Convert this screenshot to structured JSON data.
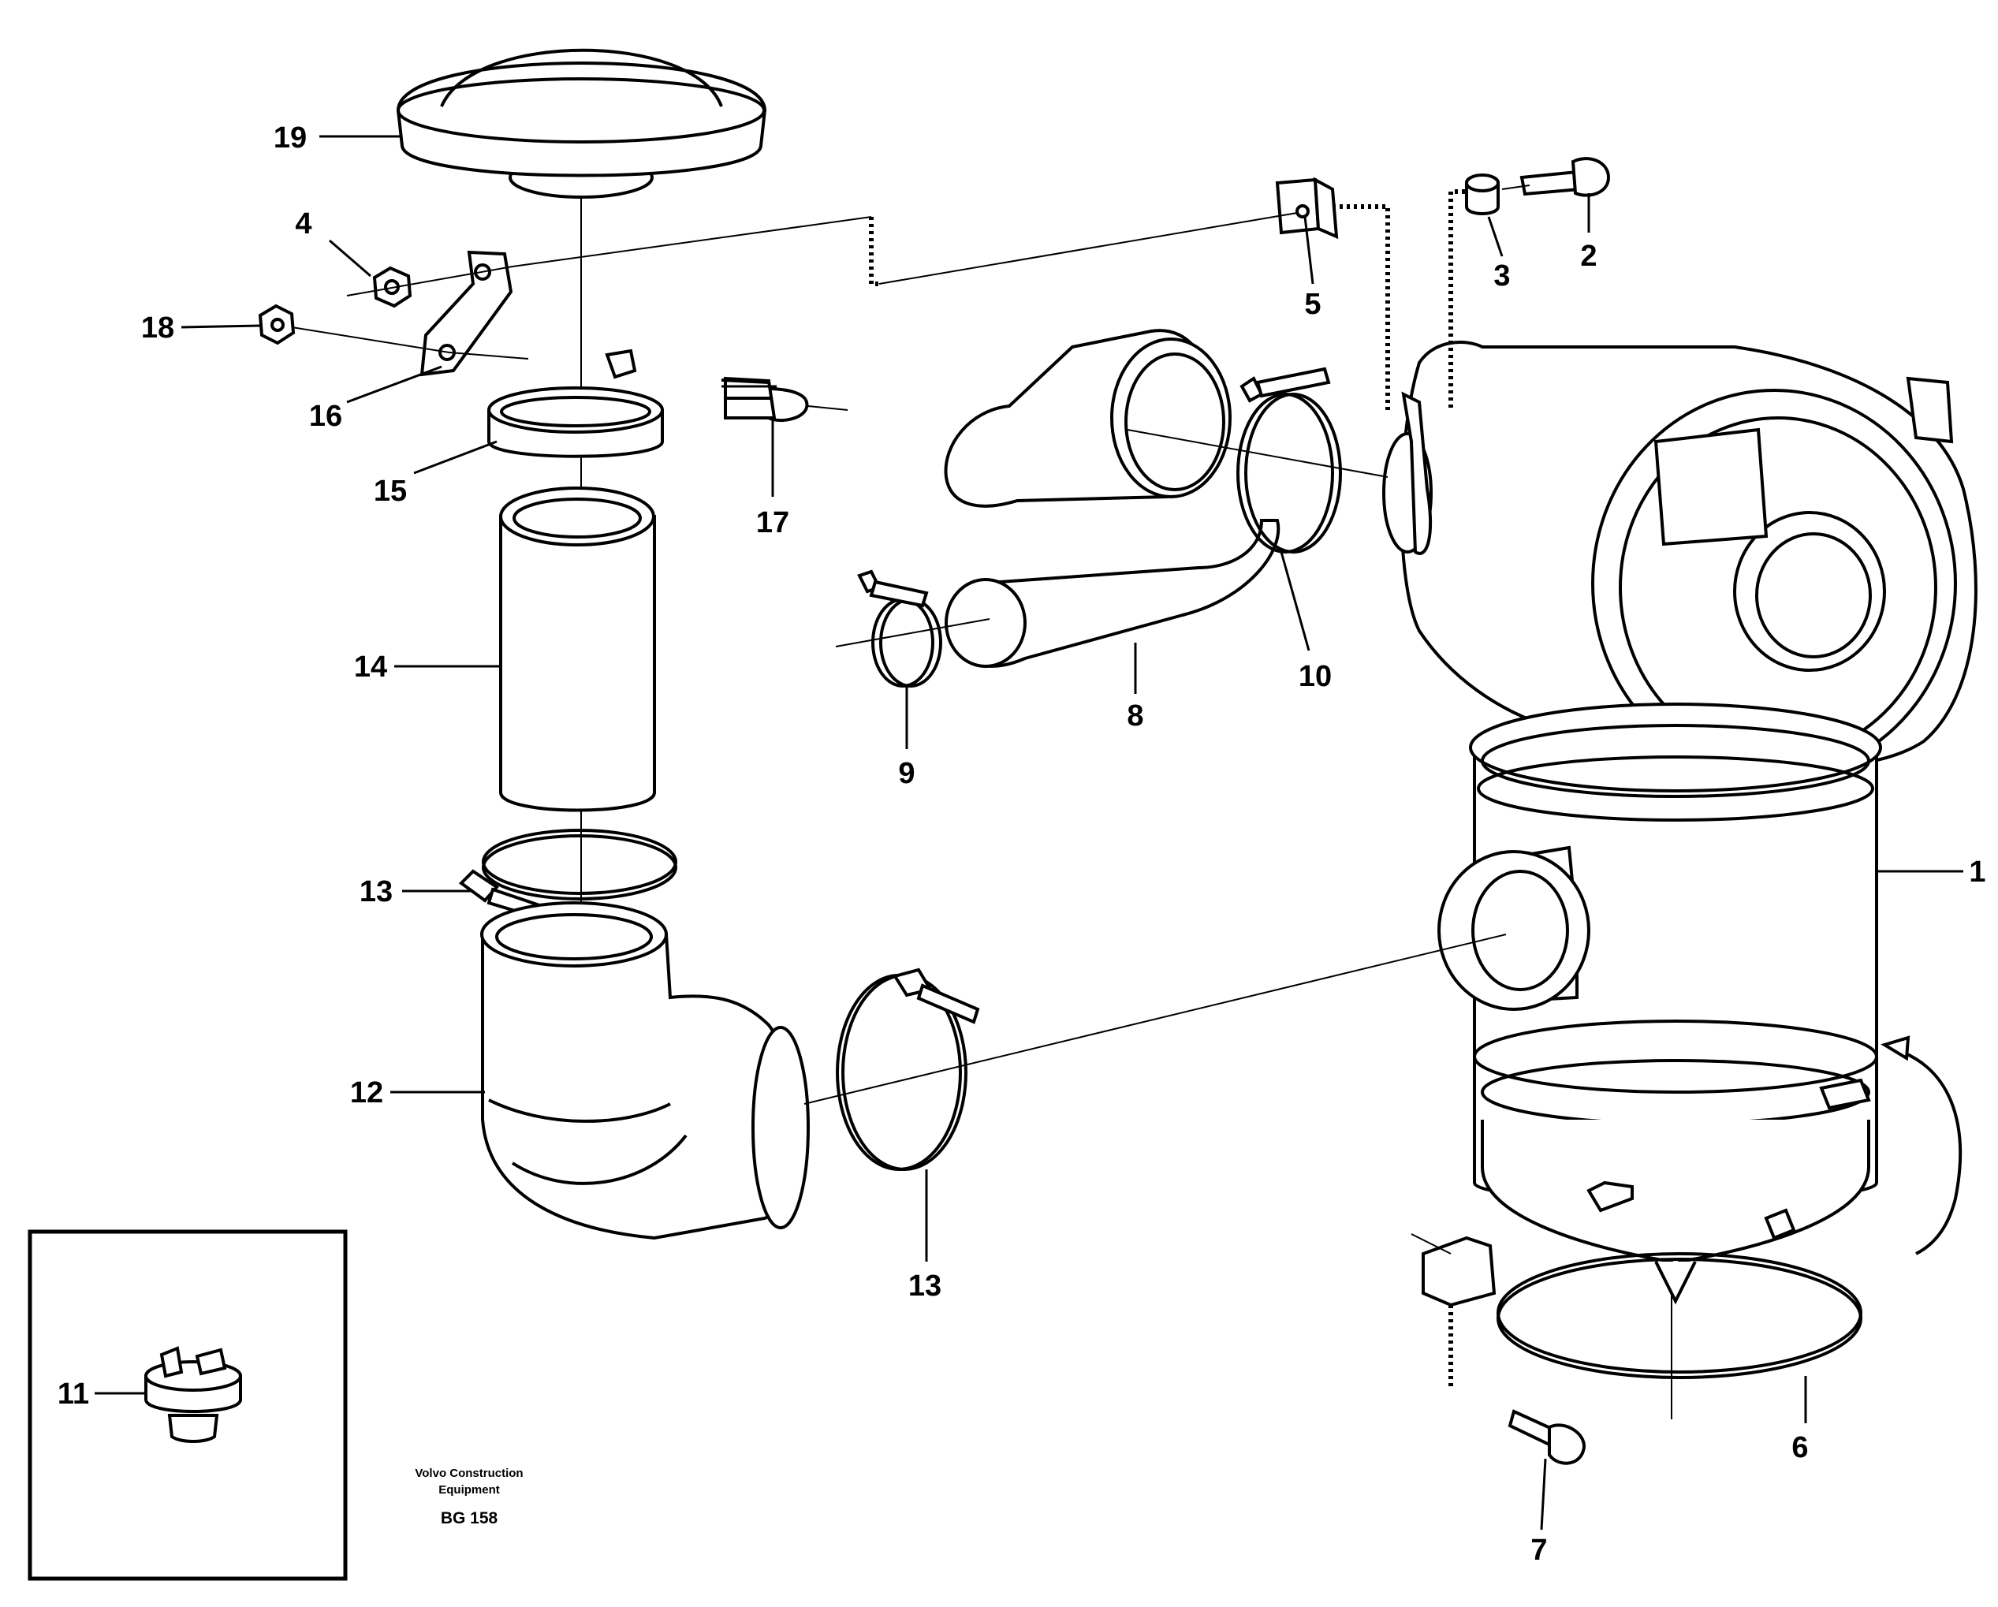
{
  "callouts": [
    "1",
    "2",
    "3",
    "4",
    "5",
    "6",
    "7",
    "8",
    "9",
    "10",
    "11",
    "12",
    "13",
    "13",
    "14",
    "15",
    "16",
    "17",
    "18",
    "19"
  ],
  "footer": {
    "line1": "Volvo Construction",
    "line2": "Equipment",
    "code": "BG 158"
  }
}
